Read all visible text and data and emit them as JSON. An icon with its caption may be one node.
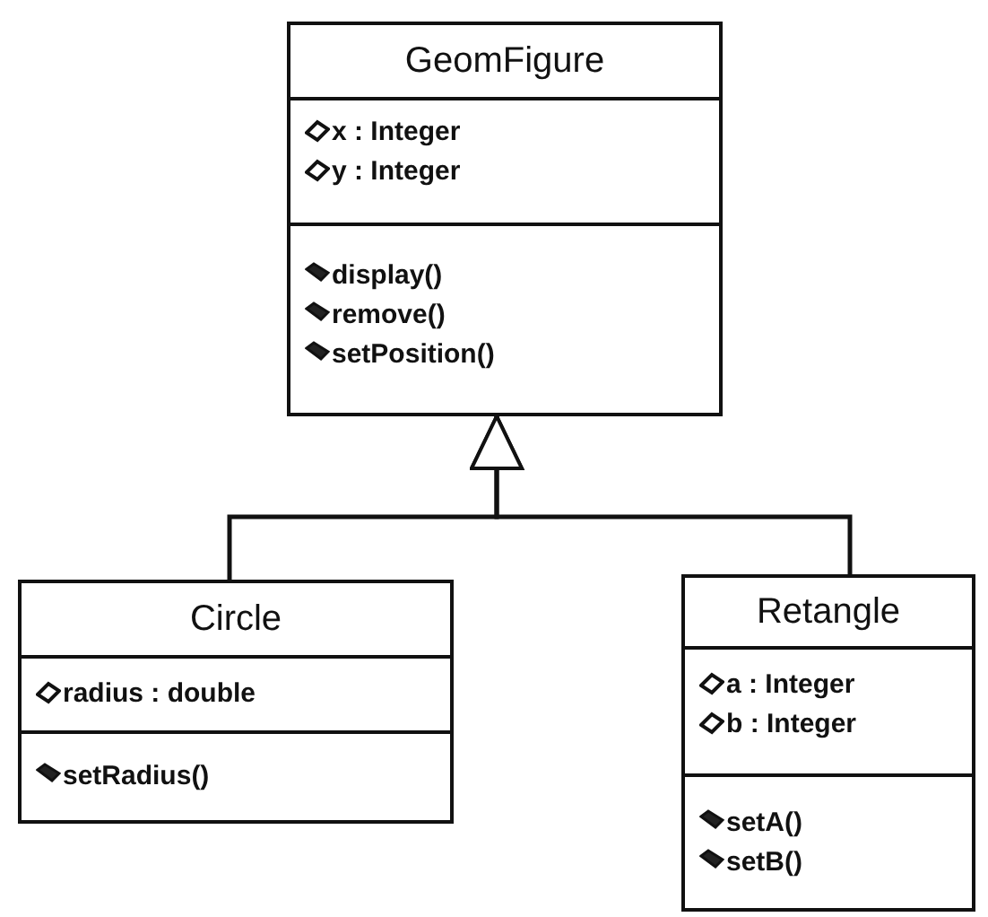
{
  "diagram": {
    "nodes": [
      {
        "text": [
          "GeomFigure",
          "x : Integer",
          "y : Integer",
          "display()",
          "remove()",
          "setPosition()"
        ]
      },
      {
        "text": [
          "Circle",
          "radius : double",
          "setRadius()"
        ]
      },
      {
        "text": [
          "Retangle",
          "a : Integer",
          "b : Integer",
          "setA()",
          "setB()"
        ]
      }
    ],
    "edges": [
      {
        "from": 1,
        "to": 0,
        "arrow": "to"
      },
      {
        "from": 2,
        "to": 0,
        "arrow": "to"
      }
    ]
  }
}
